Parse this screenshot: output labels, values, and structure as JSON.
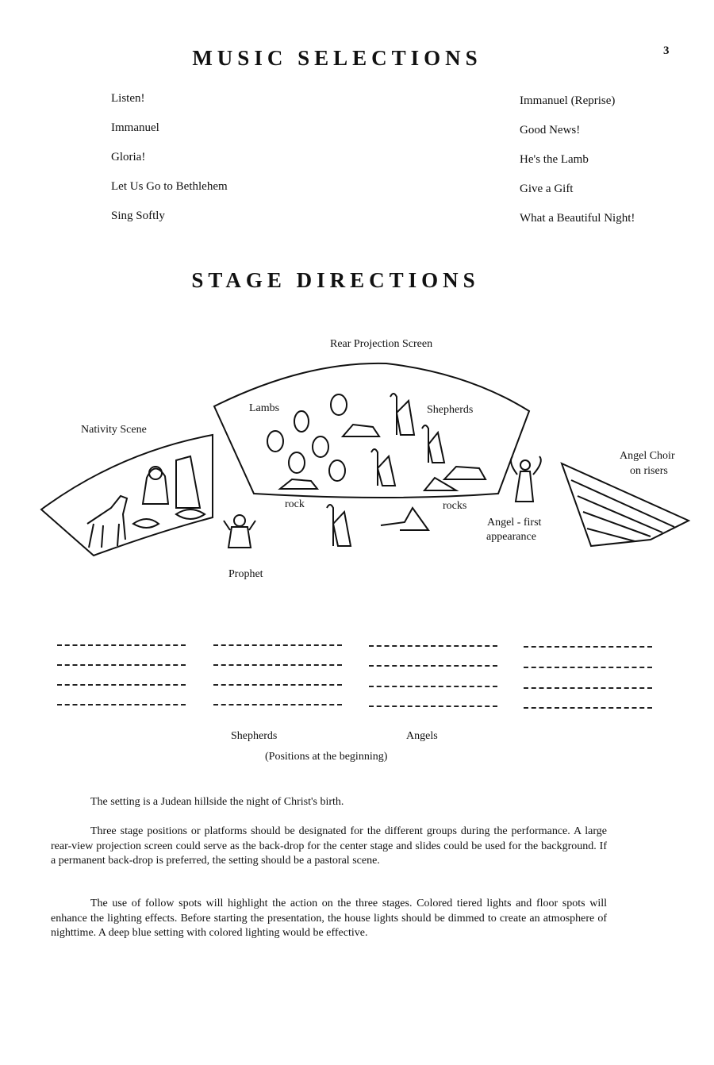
{
  "page_number": "3",
  "music": {
    "title": "MUSIC SELECTIONS",
    "left_songs": [
      "Listen!",
      "Immanuel",
      "Gloria!",
      "Let Us Go to Bethlehem",
      "Sing Softly"
    ],
    "right_songs": [
      "Immanuel (Reprise)",
      "Good News!",
      "He's the Lamb",
      "Give a Gift",
      "What a Beautiful Night!"
    ]
  },
  "stage": {
    "title": "STAGE DIRECTIONS",
    "labels": {
      "rear_screen": "Rear Projection Screen",
      "lambs": "Lambs",
      "shepherds_top": "Shepherds",
      "nativity": "Nativity Scene",
      "angel_choir_1": "Angel Choir",
      "angel_choir_2": "on risers",
      "rock": "rock",
      "rocks": "rocks",
      "angel_first_1": "Angel - first",
      "angel_first_2": "appearance",
      "prophet": "Prophet"
    },
    "positions": {
      "shepherds": "Shepherds",
      "angels": "Angels",
      "caption": "(Positions at the beginning)"
    }
  },
  "paragraphs": [
    "The setting is a Judean hillside the night of Christ's birth.",
    "Three stage positions or platforms should be designated for the different groups during the performance. A large rear-view projection screen could serve as the back-drop for the center stage and slides could be used for the background. If a permanent back-drop is preferred, the setting should be a pastoral scene.",
    "The use of follow spots will highlight the action on the three stages. Colored tiered lights and floor spots will enhance the lighting effects. Before starting the presentation, the house lights should be dimmed to create an atmosphere of nighttime. A deep blue setting with colored lighting would be effective."
  ]
}
